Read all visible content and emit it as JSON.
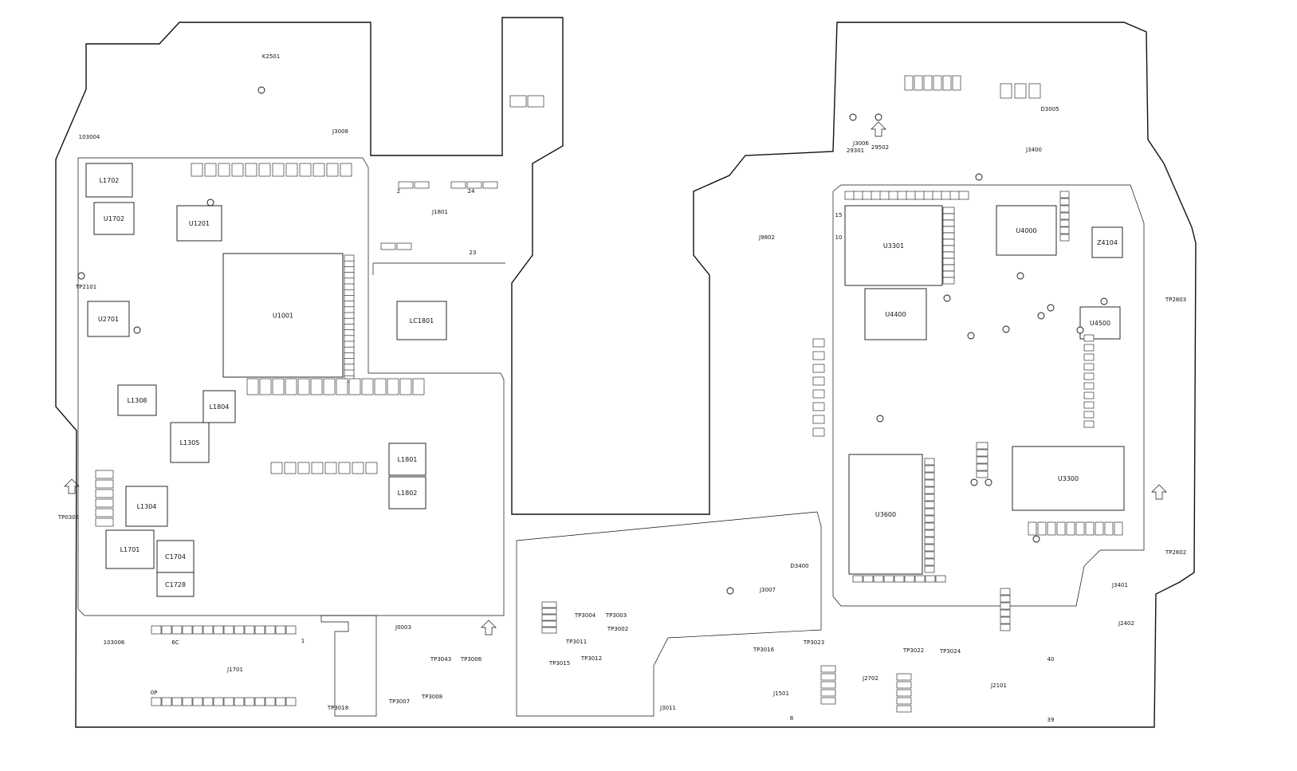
{
  "diagram": {
    "outline_labels": [
      "103004",
      "103006",
      "TP0305",
      "TP2101",
      "TP2803",
      "TP2802",
      "J3008",
      "J3006",
      "29301",
      "29502",
      "J0003",
      "J3007",
      "J3011",
      "J1501",
      "J2702",
      "J2101",
      "J1701",
      "J1801",
      "J9802",
      "J2402",
      "J3400",
      "J3401",
      "D3005",
      "D3400",
      "6C",
      "0P",
      "1",
      "2",
      "8",
      "23",
      "24",
      "39",
      "40",
      "10",
      "15",
      "TP3004",
      "TP3003",
      "TP3002",
      "TP3011",
      "TP3015",
      "TP3012",
      "TP3043",
      "TP3006",
      "TP3007",
      "TP3008",
      "TP3018",
      "TP3016",
      "TP3022",
      "TP3024",
      "TP3023",
      "K2501"
    ],
    "chips": [
      {
        "id": "U1001",
        "label": "U1001"
      },
      {
        "id": "U1201",
        "label": "U1201"
      },
      {
        "id": "U1702",
        "label": "U1702"
      },
      {
        "id": "U2701",
        "label": "U2701"
      },
      {
        "id": "LC1801",
        "label": "LC1801"
      },
      {
        "id": "U3301",
        "label": "U3301"
      },
      {
        "id": "U4000",
        "label": "U4000"
      },
      {
        "id": "U4400",
        "label": "U4400"
      },
      {
        "id": "U4500",
        "label": "U4500"
      },
      {
        "id": "U3600",
        "label": "U3600"
      },
      {
        "id": "U3300",
        "label": "U3300"
      },
      {
        "id": "L1702",
        "label": "L1702"
      },
      {
        "id": "L1308",
        "label": "L1308"
      },
      {
        "id": "L1304",
        "label": "L1304"
      },
      {
        "id": "L1305",
        "label": "L1305"
      },
      {
        "id": "L1701",
        "label": "L1701"
      },
      {
        "id": "L1801",
        "label": "L1801"
      },
      {
        "id": "L1802",
        "label": "L1802"
      },
      {
        "id": "C1704",
        "label": "C1704"
      },
      {
        "id": "C1728",
        "label": "C1728"
      },
      {
        "id": "L1804",
        "label": "L1804"
      },
      {
        "id": "Z4104",
        "label": "Z4104"
      }
    ]
  }
}
